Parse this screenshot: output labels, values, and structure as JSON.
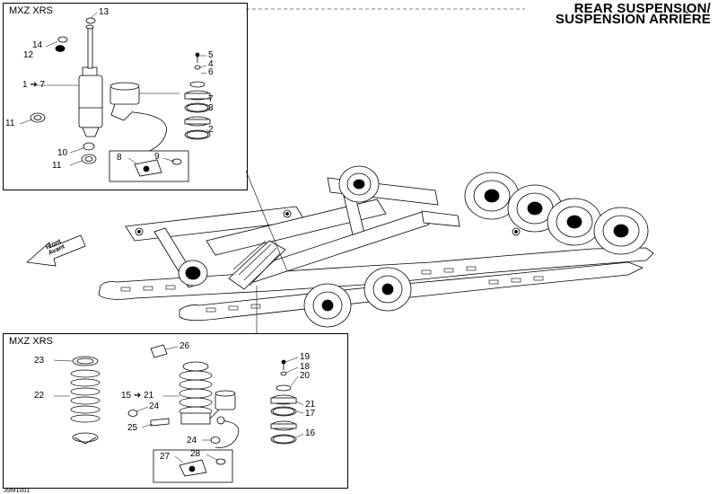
{
  "header": {
    "title_line1": "REAR SUSPENSION/",
    "title_line2": "SUSPENSION ARRIÈRE"
  },
  "top_inset": {
    "model": "MXZ XRS",
    "callouts": {
      "c13": "13",
      "c14": "14",
      "c12": "12",
      "c1to7": "1 ➔ 7",
      "c11a": "11",
      "c10": "10",
      "c11b": "11",
      "c5": "5",
      "c4": "4",
      "c6": "6",
      "c7": "7",
      "c3": "3",
      "c2": "2",
      "c8": "8",
      "c9": "9"
    }
  },
  "bottom_inset": {
    "model": "MXZ XRS",
    "callouts": {
      "c26": "26",
      "c23": "23",
      "c22": "22",
      "c15to21": "15 ➔ 21",
      "c24a": "24",
      "c25": "25",
      "c24b": "24",
      "c19": "19",
      "c18": "18",
      "c20": "20",
      "c21": "21",
      "c17": "17",
      "c16": "16",
      "c27": "27",
      "c28": "28"
    }
  },
  "front_arrow": {
    "line1": "Front",
    "line2": "Avant"
  },
  "doc_id": "39M1001"
}
